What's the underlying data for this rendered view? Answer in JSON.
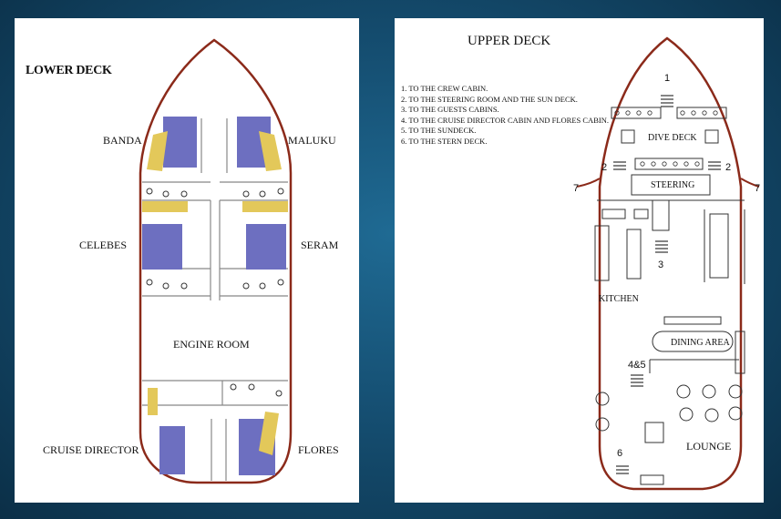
{
  "lower_deck": {
    "title": "LOWER DECK",
    "cabins": {
      "banda": "BANDA",
      "maluku": "MALUKU",
      "celebes": "CELEBES",
      "seram": "SERAM",
      "cruise_director": "CRUISE DIRECTOR",
      "flores": "FLORES"
    },
    "engine_room": "ENGINE ROOM"
  },
  "upper_deck": {
    "title": "UPPER DECK",
    "legend": [
      "1. TO THE CREW CABIN.",
      "2. TO THE STEERING ROOM AND THE SUN DECK.",
      "3. TO THE GUESTS CABINS.",
      "4. TO THE CRUISE DIRECTOR CABIN AND FLORES CABIN.",
      "5. TO THE SUNDECK.",
      "6. TO THE STERN DECK."
    ],
    "areas": {
      "dive_deck": "DIVE DECK",
      "steering": "STEERING",
      "kitchen": "KITCHEN",
      "dining_area": "DINING AREA",
      "lounge": "LOUNGE"
    },
    "markers": {
      "m1": "1",
      "m2_left": "2",
      "m2_right": "2",
      "m3": "3",
      "m45": "4&5",
      "m6": "6",
      "m7_left": "7",
      "m7_right": "7"
    }
  },
  "colors": {
    "hull_outline": "#8b2a1a",
    "bed": "#6d6fc0",
    "sofa": "#e3c85a",
    "background": "#154e71"
  }
}
